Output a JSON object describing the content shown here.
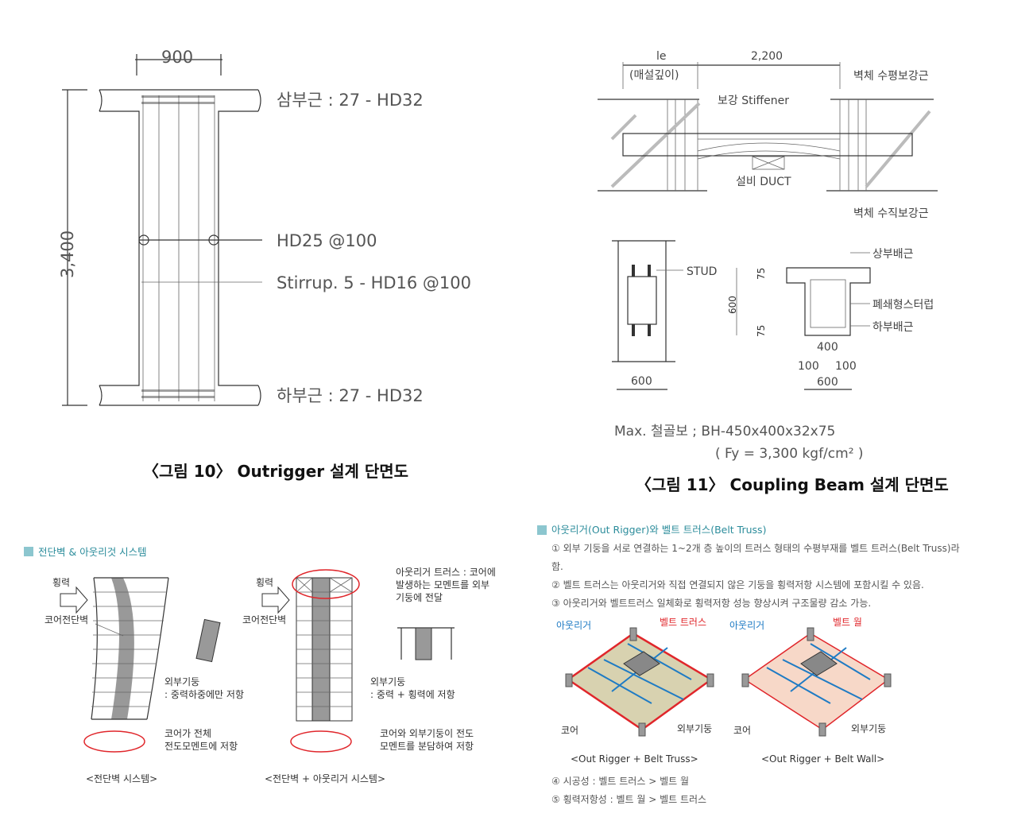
{
  "figure10": {
    "dim_width": "900",
    "dim_height": "3,400",
    "top_rebar": "삼부근 : 27 - HD32",
    "web_rebar": "HD25 @100",
    "stirrup": "Stirrup. 5 - HD16 @100",
    "bottom_rebar": "하부근 : 27 - HD32",
    "caption": "〈그림 10〉 Outrigger 설계 단면도"
  },
  "figure11": {
    "dim_le": "le",
    "dim_le_note": "(매설깊이)",
    "dim_span": "2,200",
    "wall_horizontal": "벽체 수평보강근",
    "stiffener": "보강 Stiffener",
    "duct": "설비 DUCT",
    "wall_vertical": "벽체 수직보강근",
    "stud": "STUD",
    "top_bar": "상부배근",
    "closed_stirrup": "폐쇄형스터럽",
    "bottom_bar": "하부배근",
    "dim_600_left": "600",
    "dim_600_height": "600",
    "dim_75_top": "75",
    "dim_75_bottom": "75",
    "dim_400": "400",
    "dim_100_left": "100",
    "dim_100_right": "100",
    "dim_600_bottom": "600",
    "max_beam": "Max. 철골보  ;  BH-450x400x32x75",
    "fy": "( Fy = 3,300 kgf/cm² )",
    "caption": "〈그림 11〉 Coupling Beam 설계 단면도"
  },
  "shearwall": {
    "header": "전단벽 & 아웃리것 시스템",
    "lateral_force_1": "횡력",
    "core_wall_1": "코어전단벽",
    "ext_column_1": "외부기둥",
    "ext_column_1_note": ": 중력하중에만 저항",
    "core_resist_1": "코어가 전체",
    "core_resist_1b": "전도모멘트에 저항",
    "caption_1": "<전단벽 시스템>",
    "lateral_force_2": "횡력",
    "core_wall_2": "코어전단벽",
    "truss_note_1": "아웃리거 트러스 : 코어에",
    "truss_note_2": "발생하는 모멘트를 외부",
    "truss_note_3": "기둥에 전달",
    "ext_column_2": "외부기둥",
    "ext_column_2_note": ": 중력 + 횡력에 저항",
    "share_1": "코어와 외부기둥이 전도",
    "share_2": "모멘트를 분담하여 저항",
    "caption_2": "<전단벽 + 아웃리거 시스템>"
  },
  "belt": {
    "header": "아웃리거(Out Rigger)와 벨트 트러스(Belt Truss)",
    "item1a": "① 외부 기둥을 서로 연결하는 1~2개 층 높이의 트러스 형태의 수평부재를 벨트 트러스(Belt Truss)라",
    "item1b": "함.",
    "item2": "② 벨트 트러스는 아웃리거와 직접 연결되지 않은 기둥을 횡력저항 시스템에 포함시킬 수 있음.",
    "item3": "③ 아웃리거와 벨트트러스 일체화로 횡력저항 성능 향상시켜 구조물량 감소 가능.",
    "left_outrigger": "아웃리거",
    "left_belt": "벨트 트러스",
    "left_core": "코어",
    "left_column": "외부기둥",
    "left_caption": "<Out Rigger + Belt Truss>",
    "right_outrigger": "아웃리거",
    "right_belt": "벨트 월",
    "right_core": "코어",
    "right_column": "외부기둥",
    "right_caption": "<Out Rigger + Belt Wall>",
    "item4": "④ 시공성 : 벨트 트러스 > 벨트 월",
    "item5": "⑤ 횡력저항성 : 벨트 월 > 벨트 트러스"
  },
  "colors": {
    "accent": "#2b8c9b",
    "red": "#e0262b",
    "blue": "#1f7bc4"
  }
}
